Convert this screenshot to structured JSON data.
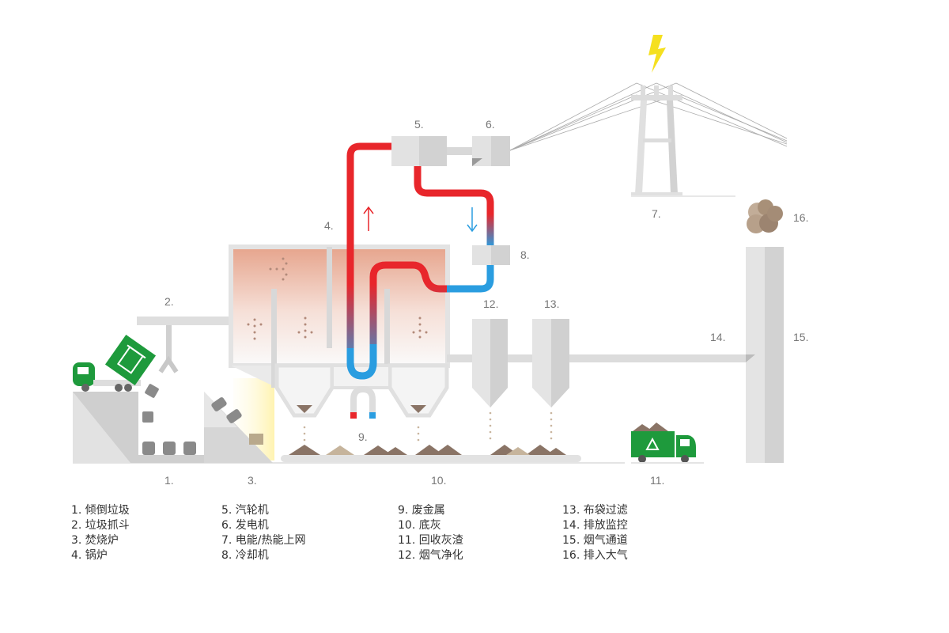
{
  "labels": {
    "n1": "1.",
    "n2": "2.",
    "n3": "3.",
    "n4": "4.",
    "n5": "5.",
    "n6": "6.",
    "n7": "7.",
    "n8": "8.",
    "n9": "9.",
    "n10": "10.",
    "n11": "11.",
    "n12": "12.",
    "n13": "13.",
    "n14": "14.",
    "n15": "15.",
    "n16": "16."
  },
  "legend": {
    "col1": [
      "1. 倾倒垃圾",
      "2. 垃圾抓斗",
      "3. 焚烧炉",
      "4. 锅炉"
    ],
    "col2": [
      "5. 汽轮机",
      "6. 发电机",
      "7. 电能/热能上网",
      "8. 冷却机"
    ],
    "col3": [
      "9. 废金属",
      "10. 底灰",
      "11. 回收灰渣",
      "12. 烟气净化"
    ],
    "col4": [
      "13. 布袋过滤",
      "14. 排放监控",
      "15. 烟气通道",
      "16. 排入大气"
    ]
  },
  "colors": {
    "hot_pipe": "#e8262b",
    "cold_pipe": "#2a9de0",
    "truck_green": "#1e9a3c",
    "ash": "#9a8474",
    "lightning": "#f5e020",
    "structure_gray": "#dcdcdc"
  },
  "icons": [
    "lightning-icon",
    "recycle-icon",
    "trash-bin-icon",
    "magnet-icon",
    "arrow-up-icon",
    "arrow-down-icon"
  ]
}
